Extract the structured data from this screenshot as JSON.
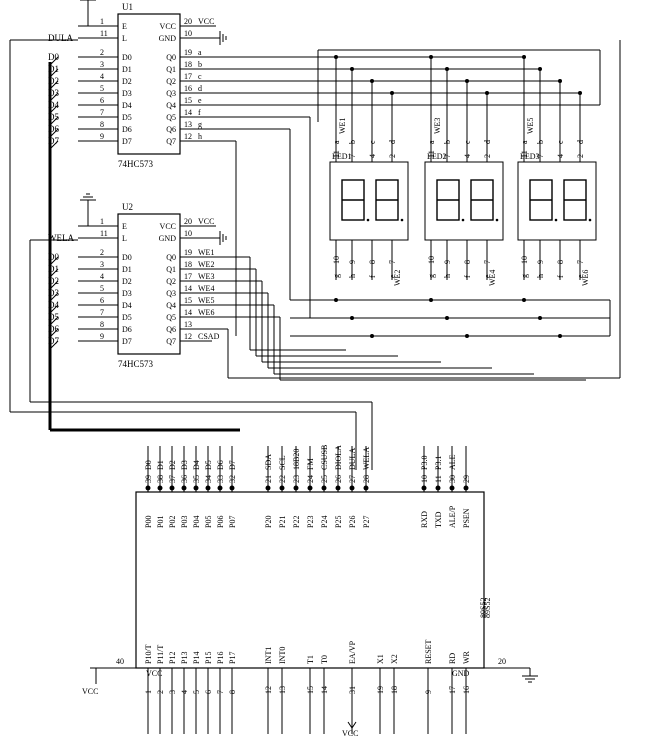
{
  "u1": {
    "name": "U1",
    "part": "74HC573",
    "pins_left": [
      {
        "num": "1",
        "sig": "",
        "label": "E"
      },
      {
        "num": "11",
        "sig": "DULA",
        "label": "L"
      },
      {
        "num": "2",
        "sig": "D0",
        "label": "D0"
      },
      {
        "num": "3",
        "sig": "D1",
        "label": "D1"
      },
      {
        "num": "4",
        "sig": "D2",
        "label": "D2"
      },
      {
        "num": "5",
        "sig": "D3",
        "label": "D3"
      },
      {
        "num": "6",
        "sig": "D4",
        "label": "D4"
      },
      {
        "num": "7",
        "sig": "D5",
        "label": "D5"
      },
      {
        "num": "8",
        "sig": "D6",
        "label": "D6"
      },
      {
        "num": "9",
        "sig": "D7",
        "label": "D7"
      }
    ],
    "pins_right": [
      {
        "num": "20",
        "sig": "VCC",
        "label": "VCC"
      },
      {
        "num": "10",
        "sig": "",
        "label": "GND"
      },
      {
        "num": "19",
        "sig": "a",
        "label": "Q0"
      },
      {
        "num": "18",
        "sig": "b",
        "label": "Q1"
      },
      {
        "num": "17",
        "sig": "c",
        "label": "Q2"
      },
      {
        "num": "16",
        "sig": "d",
        "label": "Q3"
      },
      {
        "num": "15",
        "sig": "e",
        "label": "Q4"
      },
      {
        "num": "14",
        "sig": "f",
        "label": "Q5"
      },
      {
        "num": "13",
        "sig": "g",
        "label": "Q6"
      },
      {
        "num": "12",
        "sig": "h",
        "label": "Q7"
      }
    ]
  },
  "u2": {
    "name": "U2",
    "part": "74HC573",
    "pins_left": [
      {
        "num": "1",
        "sig": "",
        "label": "E"
      },
      {
        "num": "11",
        "sig": "WELA",
        "label": "L"
      },
      {
        "num": "2",
        "sig": "D0",
        "label": "D0"
      },
      {
        "num": "3",
        "sig": "D1",
        "label": "D1"
      },
      {
        "num": "4",
        "sig": "D2",
        "label": "D2"
      },
      {
        "num": "5",
        "sig": "D3",
        "label": "D3"
      },
      {
        "num": "6",
        "sig": "D4",
        "label": "D4"
      },
      {
        "num": "7",
        "sig": "D5",
        "label": "D5"
      },
      {
        "num": "8",
        "sig": "D6",
        "label": "D6"
      },
      {
        "num": "9",
        "sig": "D7",
        "label": "D7"
      }
    ],
    "pins_right": [
      {
        "num": "20",
        "sig": "VCC",
        "label": "VCC"
      },
      {
        "num": "10",
        "sig": "",
        "label": "GND"
      },
      {
        "num": "19",
        "sig": "WE1",
        "label": "Q0"
      },
      {
        "num": "18",
        "sig": "WE2",
        "label": "Q1"
      },
      {
        "num": "17",
        "sig": "WE3",
        "label": "Q2"
      },
      {
        "num": "14",
        "sig": "WE4",
        "label": "Q3"
      },
      {
        "num": "15",
        "sig": "WE5",
        "label": "Q4"
      },
      {
        "num": "14",
        "sig": "WE6",
        "label": "Q5"
      },
      {
        "num": "13",
        "sig": "",
        "label": "Q6"
      },
      {
        "num": "12",
        "sig": "CSAD",
        "label": "Q7"
      }
    ]
  },
  "leds": [
    {
      "name": "LED1",
      "top_sig": "WE1",
      "bot_sig": "WE2",
      "top_pins": [
        "a",
        "b",
        "c",
        "d"
      ],
      "top_nums": [
        "11",
        "7",
        "4",
        "2"
      ],
      "bot_pins": [
        "g",
        "h",
        "f",
        "e"
      ],
      "bot_nums": [
        "10",
        "9",
        "8",
        "7"
      ]
    },
    {
      "name": "LED2",
      "top_sig": "WE3",
      "bot_sig": "WE4",
      "top_pins": [
        "a",
        "b",
        "c",
        "d"
      ],
      "top_nums": [
        "11",
        "7",
        "4",
        "2"
      ],
      "bot_pins": [
        "g",
        "h",
        "f",
        "e"
      ],
      "bot_nums": [
        "10",
        "9",
        "8",
        "7"
      ]
    },
    {
      "name": "LED3",
      "top_sig": "WE5",
      "bot_sig": "WE6",
      "top_pins": [
        "a",
        "b",
        "c",
        "d"
      ],
      "top_nums": [
        "11",
        "7",
        "4",
        "2"
      ],
      "bot_pins": [
        "g",
        "h",
        "f",
        "e"
      ],
      "bot_nums": [
        "10",
        "9",
        "8",
        "7"
      ]
    }
  ],
  "mcu": {
    "part": "89S52",
    "top_signals": [
      {
        "num": "39",
        "sig": "D0",
        "pin": "P00"
      },
      {
        "num": "38",
        "sig": "D1",
        "pin": "P01"
      },
      {
        "num": "37",
        "sig": "D2",
        "pin": "P02"
      },
      {
        "num": "36",
        "sig": "D3",
        "pin": "P03"
      },
      {
        "num": "35",
        "sig": "D4",
        "pin": "P04"
      },
      {
        "num": "34",
        "sig": "D5",
        "pin": "P05"
      },
      {
        "num": "33",
        "sig": "D6",
        "pin": "P06"
      },
      {
        "num": "32",
        "sig": "D7",
        "pin": "P07"
      },
      {
        "num": "21",
        "sig": "SDA",
        "pin": "P20"
      },
      {
        "num": "22",
        "sig": "SCL",
        "pin": "P21"
      },
      {
        "num": "23",
        "sig": "18B20",
        "pin": "P22"
      },
      {
        "num": "24",
        "sig": "FM",
        "pin": "P23"
      },
      {
        "num": "25",
        "sig": "CSUSB",
        "pin": "P24"
      },
      {
        "num": "26",
        "sig": "DIOLA",
        "pin": "P25"
      },
      {
        "num": "27",
        "sig": "DULA",
        "pin": "P26"
      },
      {
        "num": "28",
        "sig": "WELA",
        "pin": "P27"
      },
      {
        "num": "10",
        "sig": "P3.0",
        "pin": "RXD"
      },
      {
        "num": "11",
        "sig": "P3.1",
        "pin": "TXD"
      },
      {
        "num": "30",
        "sig": "ALE",
        "pin": "ALE/P"
      },
      {
        "num": "29",
        "sig": "",
        "pin": "PSEN"
      }
    ],
    "bottom_signals": [
      {
        "num": "1",
        "pin": "P10/T"
      },
      {
        "num": "2",
        "pin": "P11/T"
      },
      {
        "num": "3",
        "pin": "P12"
      },
      {
        "num": "4",
        "pin": "P13"
      },
      {
        "num": "5",
        "pin": "P14"
      },
      {
        "num": "6",
        "pin": "P15"
      },
      {
        "num": "7",
        "pin": "P16"
      },
      {
        "num": "8",
        "pin": "P17"
      },
      {
        "num": "12",
        "pin": "INT1"
      },
      {
        "num": "13",
        "pin": "INT0"
      },
      {
        "num": "15",
        "pin": "T1"
      },
      {
        "num": "14",
        "pin": "T0"
      },
      {
        "num": "31",
        "pin": "EA/VP"
      },
      {
        "num": "19",
        "pin": "X1"
      },
      {
        "num": "18",
        "pin": "X2"
      },
      {
        "num": "9",
        "pin": "RESET"
      },
      {
        "num": "17",
        "pin": "RD"
      },
      {
        "num": "16",
        "pin": "WR"
      }
    ],
    "pin40": "40",
    "pin20": "20",
    "vcc_left": "VCC",
    "vcc_bottom": "VCC",
    "gnd_label": "GND",
    "vcc_pin_label": "VCC"
  },
  "power": {
    "vcc": "VCC"
  }
}
